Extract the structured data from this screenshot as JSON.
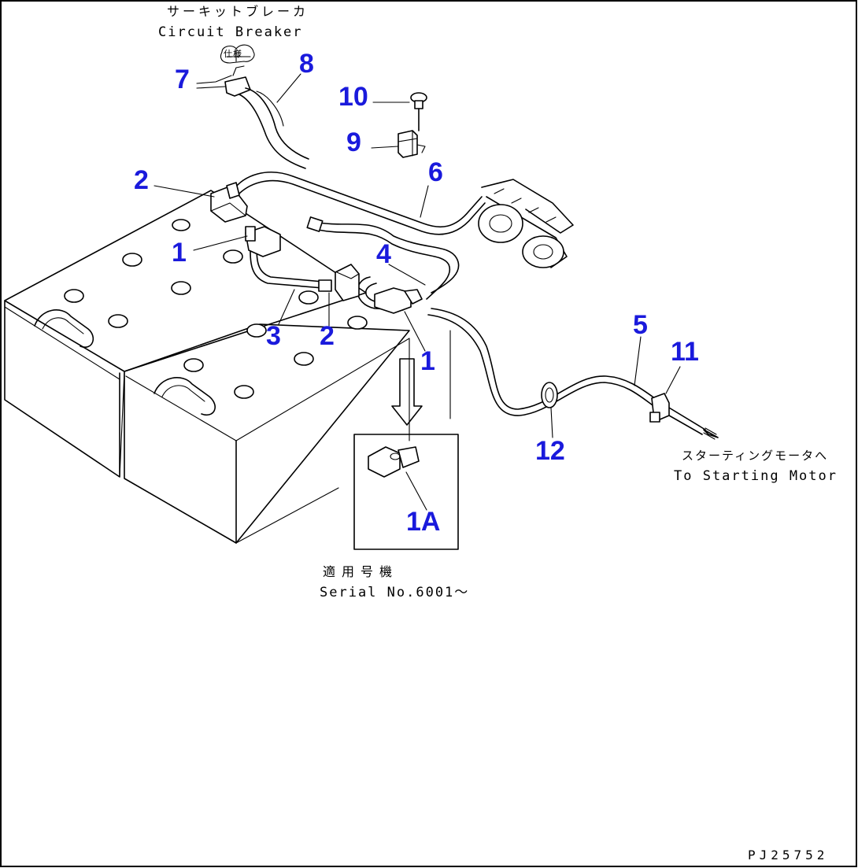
{
  "colors": {
    "callout": "#1a1adc",
    "line": "#000000",
    "background": "#ffffff"
  },
  "notes": {
    "circuit_breaker_jp": "サーキットブレーカ",
    "circuit_breaker_en": "Circuit Breaker",
    "breaker_tag": "仕様",
    "starting_motor_jp": "スターティングモータへ",
    "starting_motor_en": "To Starting Motor",
    "serial_jp": "適用号機",
    "serial_en": "Serial No.6001～"
  },
  "callouts": [
    {
      "id": "c1a",
      "text": "1"
    },
    {
      "id": "c1b",
      "text": "1"
    },
    {
      "id": "c1A",
      "text": "1A"
    },
    {
      "id": "c2a",
      "text": "2"
    },
    {
      "id": "c2b",
      "text": "2"
    },
    {
      "id": "c3",
      "text": "3"
    },
    {
      "id": "c4",
      "text": "4"
    },
    {
      "id": "c5",
      "text": "5"
    },
    {
      "id": "c6",
      "text": "6"
    },
    {
      "id": "c7",
      "text": "7"
    },
    {
      "id": "c8",
      "text": "8"
    },
    {
      "id": "c9",
      "text": "9"
    },
    {
      "id": "c10",
      "text": "10"
    },
    {
      "id": "c11",
      "text": "11"
    },
    {
      "id": "c12",
      "text": "12"
    }
  ],
  "drawing_code": "PJ25752"
}
